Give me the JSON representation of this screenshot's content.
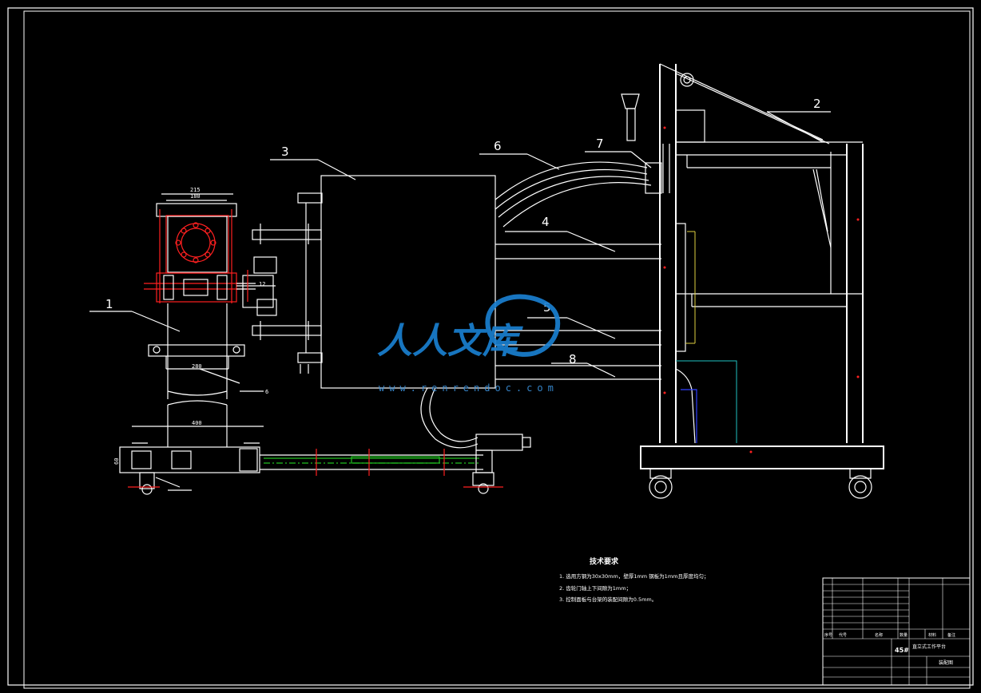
{
  "labels": {
    "l1": "1",
    "l2": "2",
    "l3": "3",
    "l4": "4",
    "l5": "5",
    "l6": "6",
    "l7": "7",
    "l8": "8"
  },
  "dimensions": {
    "d215": "215",
    "d180": "180",
    "d12": "12",
    "d280": "280",
    "d400": "400",
    "d6": "6",
    "d60": "60"
  },
  "tech_requirements": {
    "title": "技术要求",
    "items": [
      "1. 选用方钢为30x30mm，壁厚1mm 钢板为1mm且厚度均匀；",
      "2. 齿轮门轴上下间隙为1mm；",
      "3. 控制面板与台架的装配间隙为0.5mm。"
    ]
  },
  "title_block": {
    "material": "45#",
    "drawing_title": "直立式工作平台",
    "drawing_name": "装配图",
    "row_labels": [
      "序号",
      "代号",
      "名称",
      "数量",
      "材料",
      "备注"
    ]
  },
  "watermark": {
    "text": "人人文库",
    "url": "www.renrendoc.com"
  },
  "colors": {
    "background": "#000000",
    "lines": "#ffffff",
    "red": "#ff2020",
    "green": "#20c020",
    "cyan": "#20c0c0",
    "blue": "#3040ff",
    "watermark": "#1a7fd0"
  }
}
